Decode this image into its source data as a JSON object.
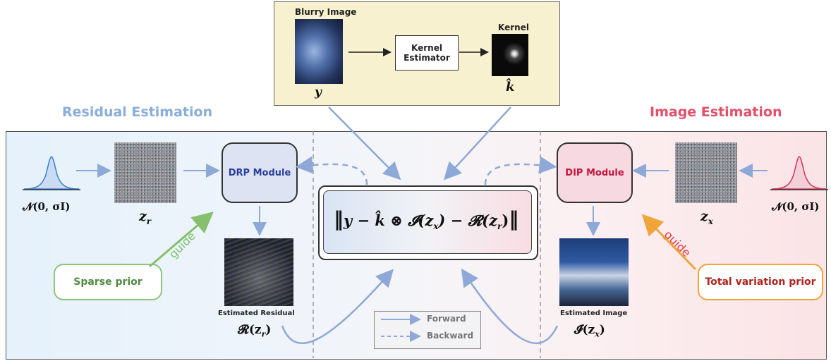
{
  "top_box": {
    "blurry_label": "Blurry Image",
    "blurry_symbol": "y",
    "estimator_label_1": "Kernel",
    "estimator_label_2": "Estimator",
    "kernel_label": "Kernel",
    "kernel_symbol": "k̂"
  },
  "left": {
    "title": "Residual Estimation",
    "noise_dist": "𝓝(0, σI)",
    "latent": "z",
    "latent_sub": "r",
    "module": "DRP Module",
    "output_caption": "Estimated Residual",
    "output_symbol": "𝓡(z",
    "output_sub": "r",
    "guide": "guide",
    "prior": "Sparse prior"
  },
  "right": {
    "title": "Image Estimation",
    "noise_dist": "𝓝(0, σI)",
    "latent": "z",
    "latent_sub": "x",
    "module": "DIP Module",
    "output_caption": "Estimated Image",
    "output_symbol": "𝓘(z",
    "output_sub": "x",
    "guide": "guide",
    "prior": "Total variation prior"
  },
  "objective": {
    "part1": "y − k̂ ⊗ 𝓘(z",
    "sub1": "x",
    "part2": ") − 𝓡(z",
    "sub2": "r",
    "part3": ")"
  },
  "legend": {
    "forward": "Forward",
    "backward": "Backward"
  },
  "colors": {
    "left_title": "#8aaed8",
    "right_title": "#e0506a",
    "arrow": "#8ea9d8",
    "drp_fill": "#dde3f3",
    "drp_text": "#2a3f9a",
    "dip_fill": "#f6d9e1",
    "dip_text": "#c4163c",
    "sparse": "#7bbf6a",
    "tv": "#f0a53a",
    "top_fill": "#f7f1cf"
  }
}
